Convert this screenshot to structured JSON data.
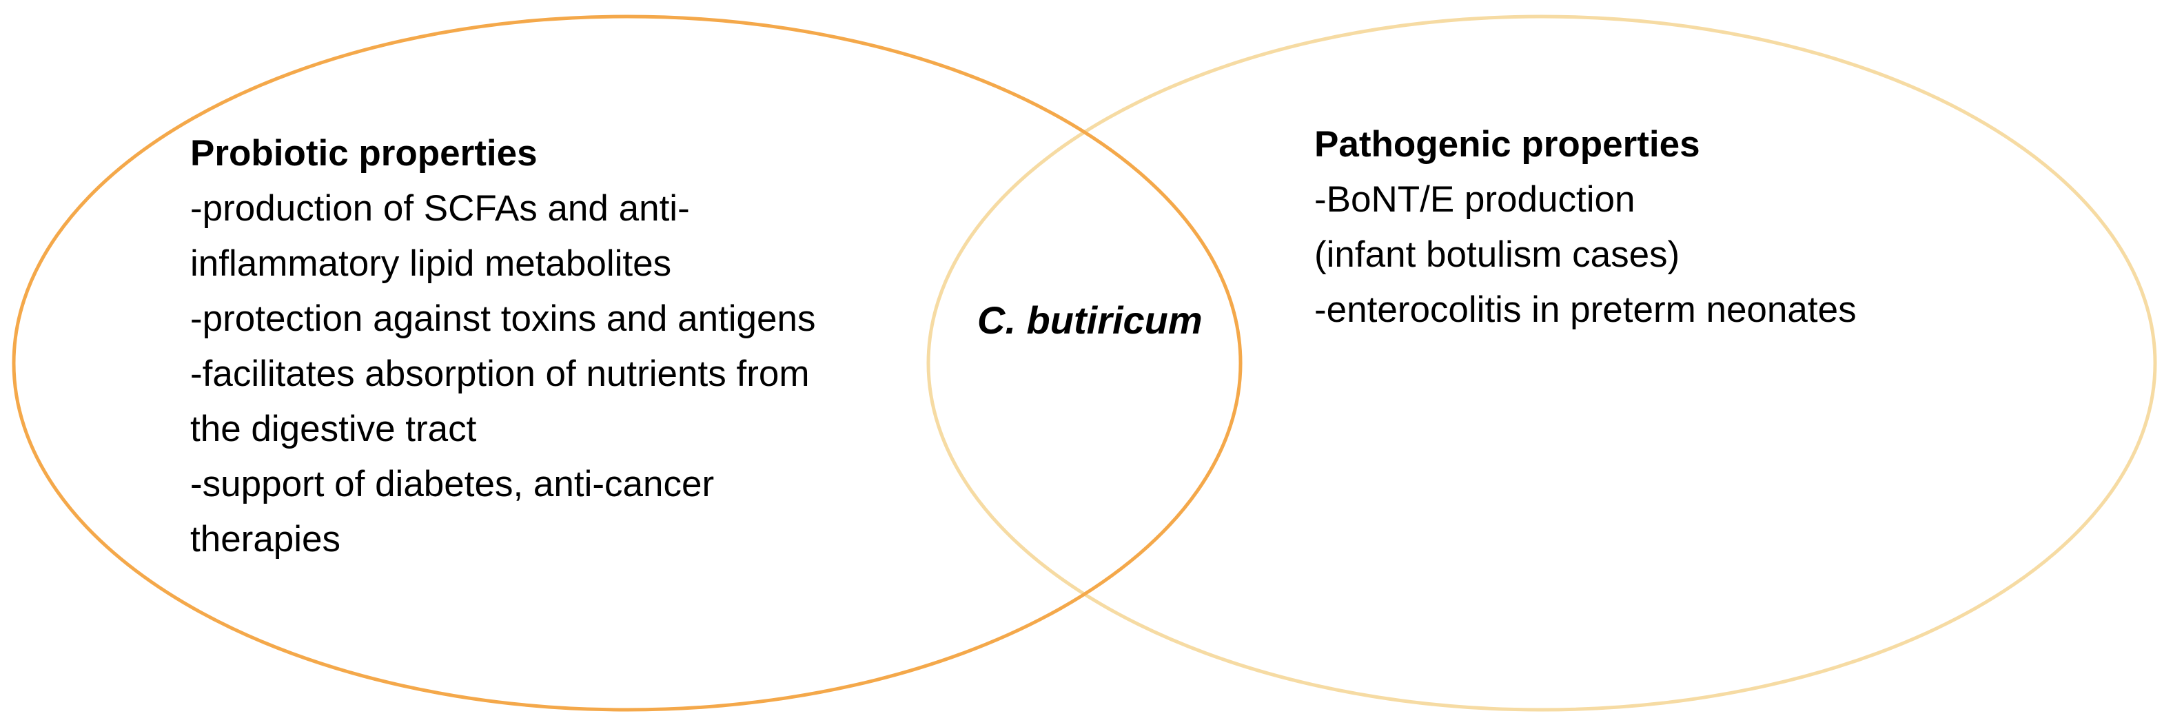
{
  "diagram": {
    "type": "venn",
    "colors": {
      "left_circle": "#f4a84a",
      "right_circle": "#f6dba3"
    },
    "left": {
      "heading": "Probiotic properties",
      "lines": [
        "-production of SCFAs and anti-",
        "inflammatory lipid metabolites",
        "-protection against toxins and antigens",
        "-facilitates absorption of nutrients from",
        "the digestive tract",
        "-support of diabetes, anti-cancer",
        "therapies"
      ]
    },
    "center": {
      "label": "C. butiricum"
    },
    "right": {
      "heading": "Pathogenic properties",
      "lines": [
        "-BoNT/E production",
        "(infant botulism cases)",
        "-enterocolitis in preterm neonates"
      ]
    }
  }
}
